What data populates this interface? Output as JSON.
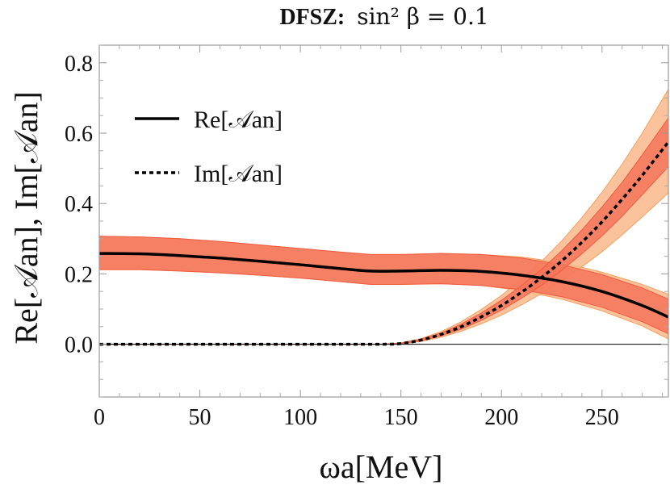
{
  "chart_data": {
    "type": "line",
    "title": "DFSZ: sin² β = 0.1",
    "title_bold_part": "DFSZ:",
    "title_math_part": "sin² β = 0.1",
    "xlabel": "ωa[MeV]",
    "ylabel": "Re[𝒜an], Im[𝒜an]",
    "xlim": [
      0,
      283
    ],
    "ylim": [
      -0.15,
      0.85
    ],
    "x_ticks": [
      0,
      50,
      100,
      150,
      200,
      250
    ],
    "x_tick_labels": [
      "0",
      "50",
      "100",
      "150",
      "200",
      "250"
    ],
    "y_ticks": [
      0.0,
      0.2,
      0.4,
      0.6,
      0.8
    ],
    "y_tick_labels": [
      "0.0",
      "0.2",
      "0.4",
      "0.6",
      "0.8"
    ],
    "zero_line": true,
    "grid": false,
    "legend_position": "top-left",
    "colors": {
      "inner_band": "#f4745a",
      "inner_band_edge": "#f05a40",
      "outer_band": "#f9b98a",
      "outer_band_edge": "#f6a060",
      "line": "#000000"
    },
    "series": [
      {
        "name": "Re[𝒜an]",
        "style": "solid",
        "x": [
          0,
          20,
          40,
          60,
          80,
          100,
          120,
          135,
          150,
          170,
          190,
          210,
          230,
          250,
          270,
          283
        ],
        "y": [
          0.258,
          0.257,
          0.252,
          0.245,
          0.236,
          0.226,
          0.215,
          0.208,
          0.208,
          0.21,
          0.207,
          0.196,
          0.178,
          0.15,
          0.11,
          0.077
        ],
        "band_inner_low": [
          0.212,
          0.212,
          0.208,
          0.203,
          0.196,
          0.188,
          0.178,
          0.17,
          0.17,
          0.172,
          0.167,
          0.155,
          0.135,
          0.105,
          0.064,
          0.03
        ],
        "band_inner_high": [
          0.307,
          0.305,
          0.3,
          0.292,
          0.282,
          0.272,
          0.262,
          0.255,
          0.255,
          0.258,
          0.255,
          0.245,
          0.226,
          0.198,
          0.16,
          0.128
        ],
        "band_outer_low": [
          0.212,
          0.212,
          0.208,
          0.203,
          0.196,
          0.188,
          0.178,
          0.17,
          0.17,
          0.172,
          0.167,
          0.152,
          0.128,
          0.095,
          0.052,
          0.015
        ],
        "band_outer_high": [
          0.307,
          0.305,
          0.3,
          0.292,
          0.282,
          0.272,
          0.262,
          0.255,
          0.255,
          0.258,
          0.255,
          0.248,
          0.232,
          0.205,
          0.17,
          0.142
        ]
      },
      {
        "name": "Im[𝒜an]",
        "style": "dotted",
        "x": [
          0,
          20,
          40,
          60,
          80,
          100,
          120,
          140,
          150,
          160,
          170,
          180,
          190,
          200,
          210,
          220,
          230,
          240,
          250,
          260,
          270,
          283
        ],
        "y": [
          0,
          0,
          0,
          0,
          0,
          0,
          0,
          0,
          0.002,
          0.012,
          0.028,
          0.05,
          0.078,
          0.11,
          0.148,
          0.19,
          0.237,
          0.29,
          0.348,
          0.412,
          0.48,
          0.575
        ],
        "band_inner_low": [
          0,
          0,
          0,
          0,
          0,
          0,
          0,
          0,
          0.001,
          0.01,
          0.024,
          0.043,
          0.068,
          0.097,
          0.131,
          0.168,
          0.21,
          0.257,
          0.308,
          0.364,
          0.425,
          0.505
        ],
        "band_inner_high": [
          0,
          0,
          0,
          0,
          0,
          0,
          0,
          0,
          0.003,
          0.014,
          0.032,
          0.057,
          0.089,
          0.125,
          0.167,
          0.213,
          0.266,
          0.325,
          0.39,
          0.46,
          0.538,
          0.643
        ],
        "band_outer_low": [
          0,
          0,
          0,
          0,
          0,
          0,
          0,
          0,
          0.001,
          0.008,
          0.02,
          0.037,
          0.058,
          0.083,
          0.112,
          0.144,
          0.18,
          0.22,
          0.263,
          0.311,
          0.362,
          0.43
        ],
        "band_outer_high": [
          0,
          0,
          0,
          0,
          0,
          0,
          0,
          0,
          0.004,
          0.016,
          0.036,
          0.064,
          0.099,
          0.139,
          0.185,
          0.236,
          0.294,
          0.36,
          0.432,
          0.512,
          0.6,
          0.725
        ]
      }
    ]
  }
}
